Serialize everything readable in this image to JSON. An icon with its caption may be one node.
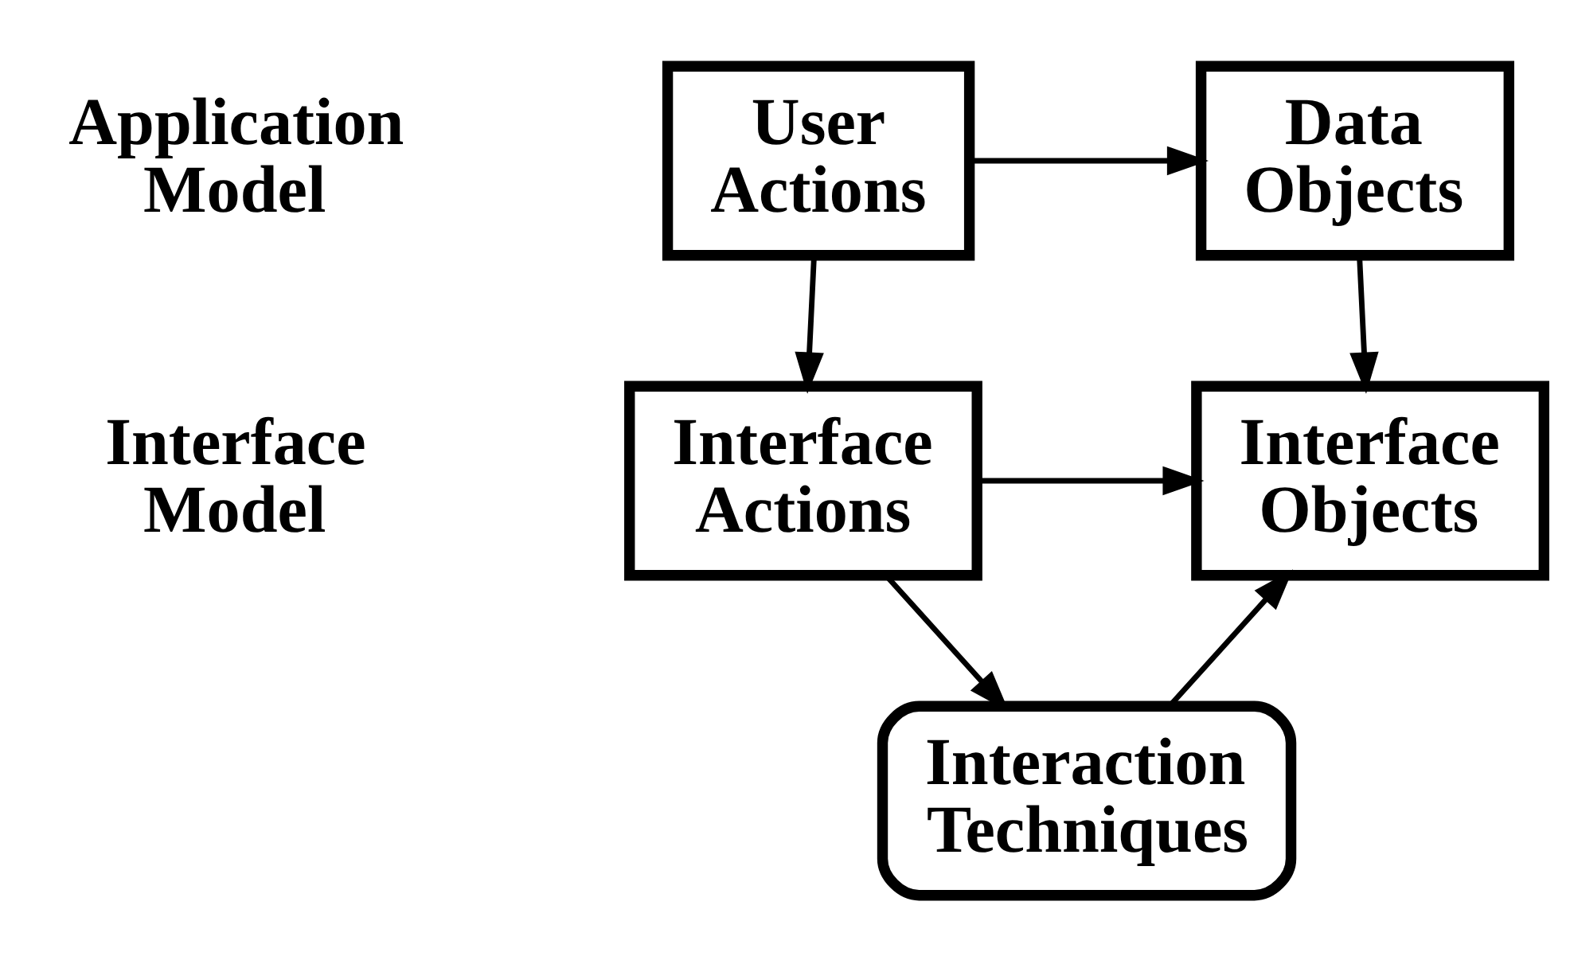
{
  "diagram": {
    "nodes": [
      {
        "text": [
          "User Actions"
        ]
      },
      {
        "text": [
          "Data Objects"
        ]
      },
      {
        "text": [
          "Interface Actions"
        ]
      },
      {
        "text": [
          "Interface Objects"
        ]
      },
      {
        "text": [
          "Interaction Techniques"
        ]
      }
    ],
    "edges": [
      {
        "from": 0,
        "to": 1,
        "arrow": "to"
      },
      {
        "from": 0,
        "to": 2,
        "arrow": "to"
      },
      {
        "from": 1,
        "to": 3,
        "arrow": "to"
      },
      {
        "from": 2,
        "to": 3,
        "arrow": "to"
      },
      {
        "from": 2,
        "to": 4,
        "arrow": "to"
      },
      {
        "from": 4,
        "to": 3,
        "arrow": "to"
      }
    ],
    "labels": [
      "Application Model",
      "Interface Model"
    ]
  }
}
